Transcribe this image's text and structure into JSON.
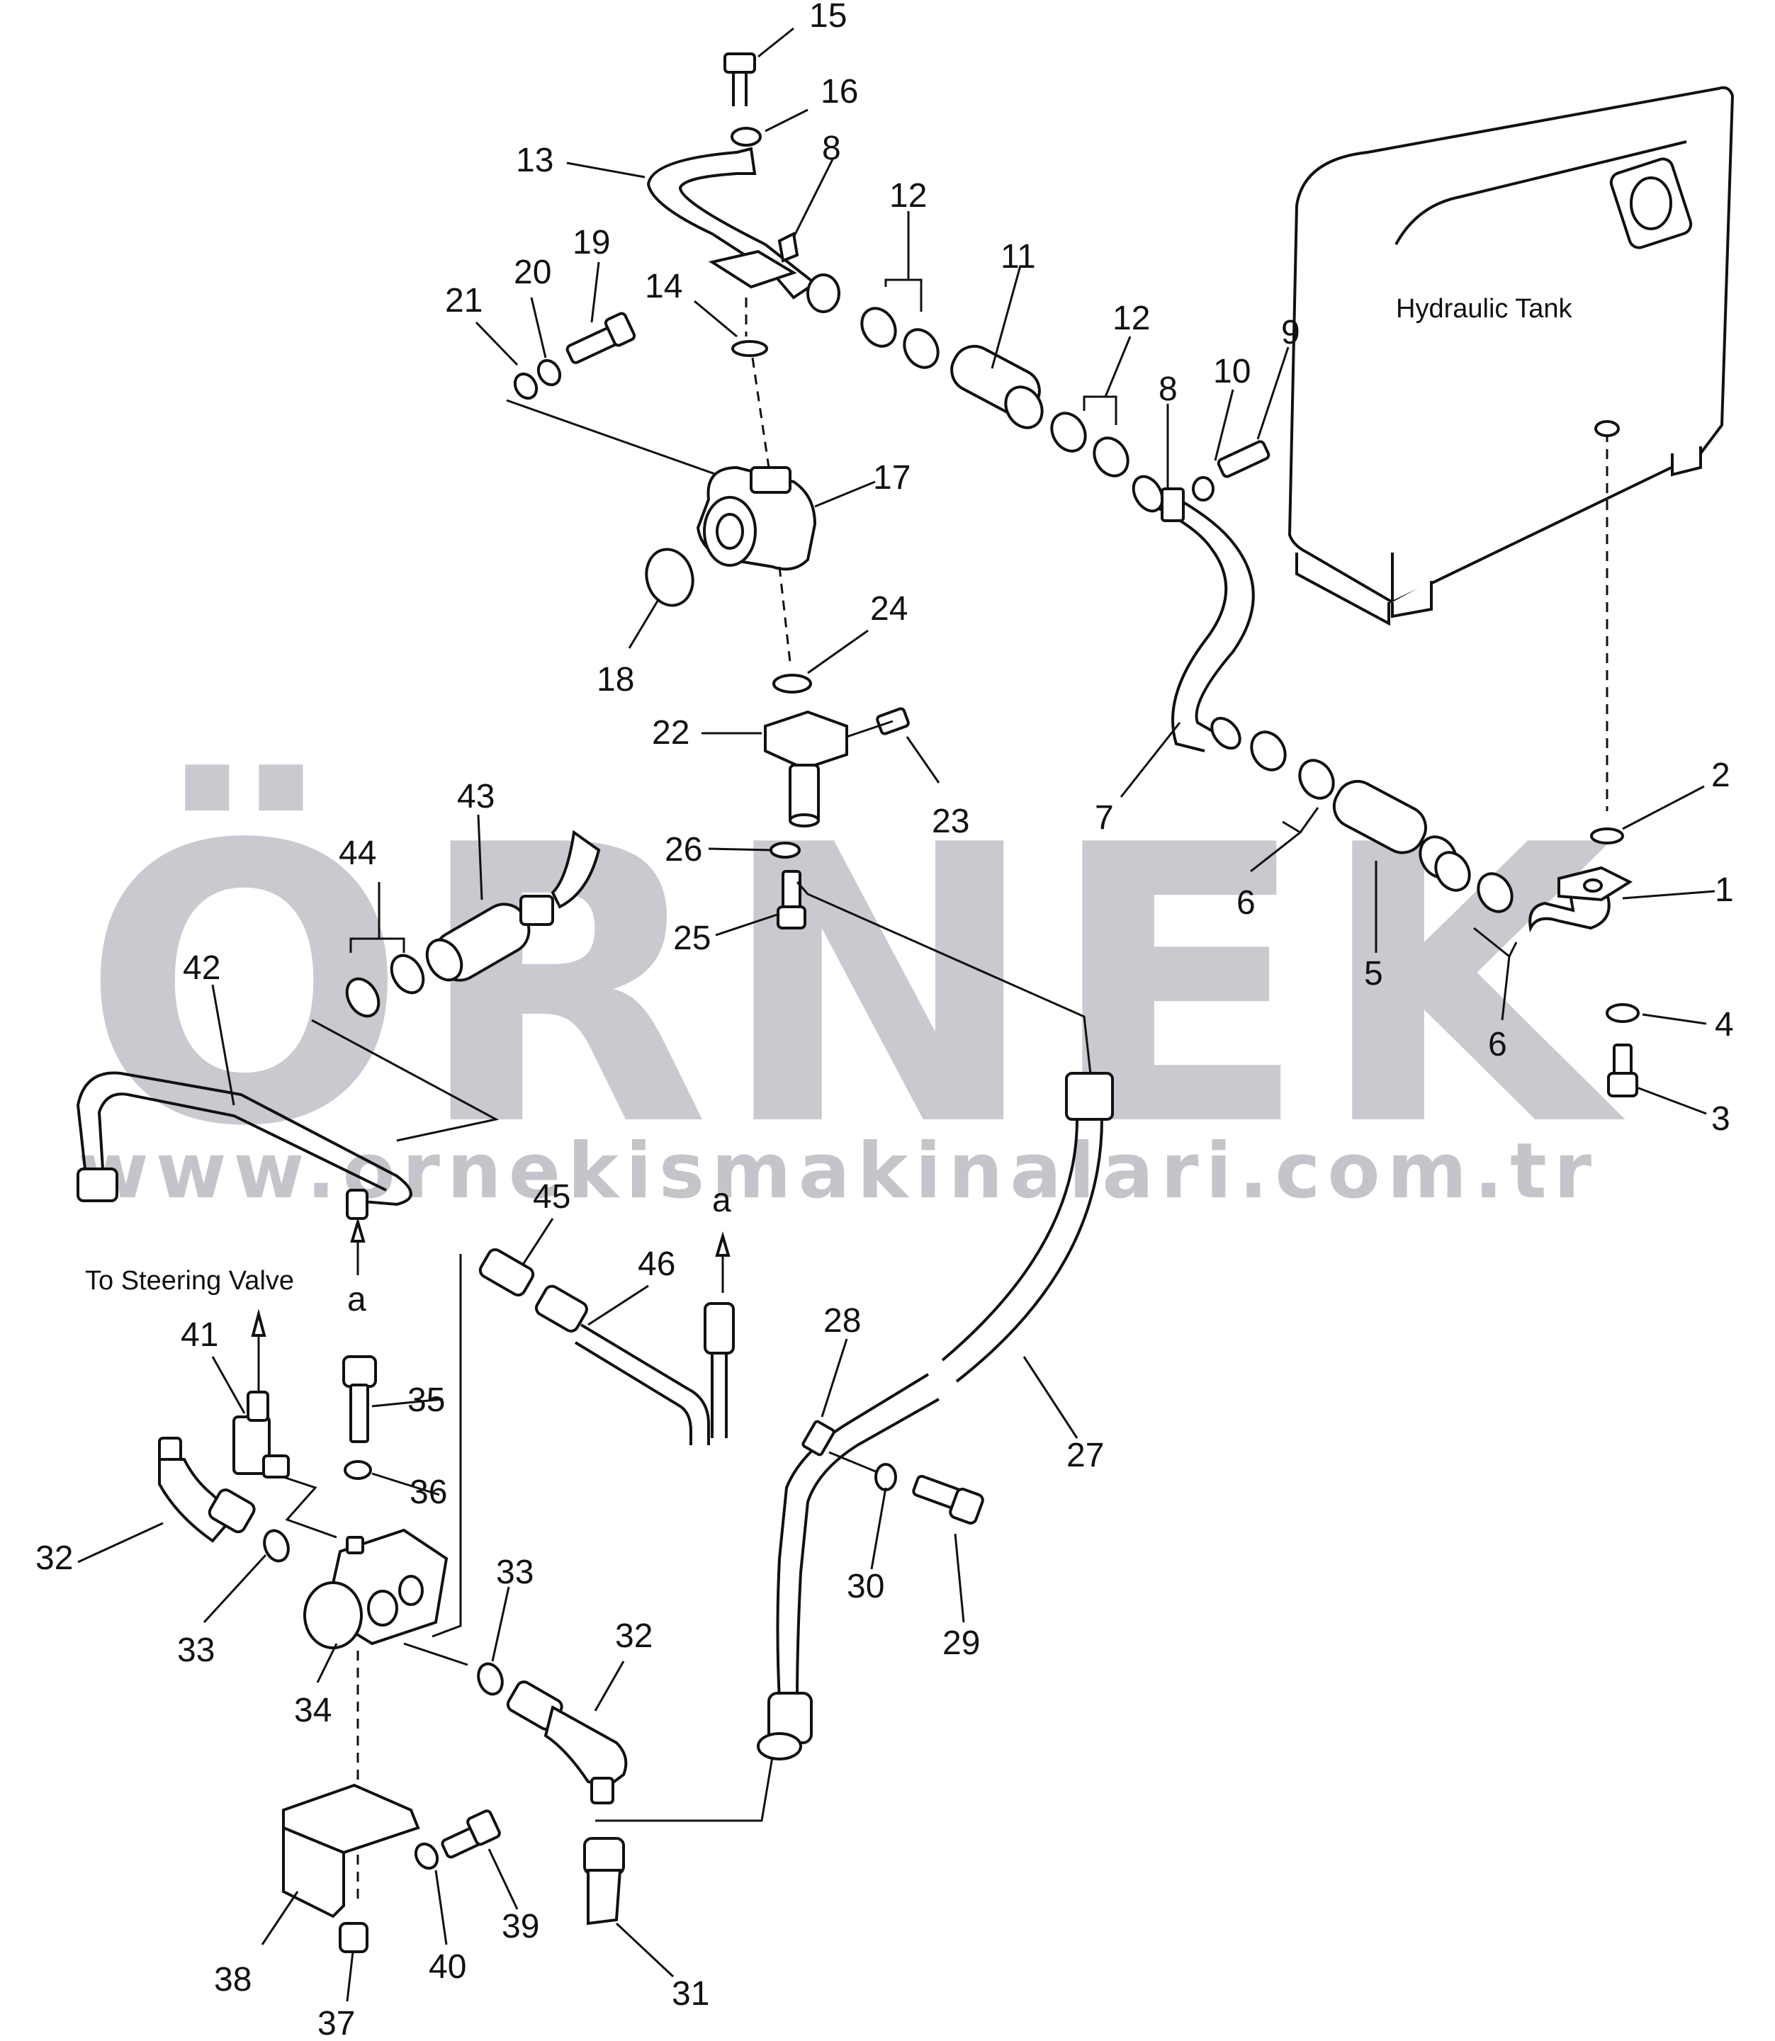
{
  "watermark": {
    "brand": "ÖRNEK",
    "url": "www.ornekismakinalari.com.tr",
    "accent_color": "#f2d36b",
    "text_color": "#c9c9cf"
  },
  "labels": {
    "tank": "Hydraulic Tank",
    "steering": "To Steering Valve",
    "arrow_a_top": "a",
    "arrow_a_bottom": "a"
  },
  "callouts": [
    {
      "id": "c15",
      "text": "15"
    },
    {
      "id": "c16",
      "text": "16"
    },
    {
      "id": "c13",
      "text": "13"
    },
    {
      "id": "c8a",
      "text": "8"
    },
    {
      "id": "c12a",
      "text": "12"
    },
    {
      "id": "c11",
      "text": "11"
    },
    {
      "id": "c12b",
      "text": "12"
    },
    {
      "id": "c21",
      "text": "21"
    },
    {
      "id": "c20",
      "text": "20"
    },
    {
      "id": "c19",
      "text": "19"
    },
    {
      "id": "c14",
      "text": "14"
    },
    {
      "id": "c9",
      "text": "9"
    },
    {
      "id": "c10",
      "text": "10"
    },
    {
      "id": "c8b",
      "text": "8"
    },
    {
      "id": "c17",
      "text": "17"
    },
    {
      "id": "c18",
      "text": "18"
    },
    {
      "id": "c24",
      "text": "24"
    },
    {
      "id": "c22",
      "text": "22"
    },
    {
      "id": "c23",
      "text": "23"
    },
    {
      "id": "c7",
      "text": "7"
    },
    {
      "id": "c2",
      "text": "2"
    },
    {
      "id": "c1",
      "text": "1"
    },
    {
      "id": "c26",
      "text": "26"
    },
    {
      "id": "c25",
      "text": "25"
    },
    {
      "id": "c43",
      "text": "43"
    },
    {
      "id": "c44",
      "text": "44"
    },
    {
      "id": "c6a",
      "text": "6"
    },
    {
      "id": "c5",
      "text": "5"
    },
    {
      "id": "c6b",
      "text": "6"
    },
    {
      "id": "c4",
      "text": "4"
    },
    {
      "id": "c3",
      "text": "3"
    },
    {
      "id": "c42",
      "text": "42"
    },
    {
      "id": "c45",
      "text": "45"
    },
    {
      "id": "c46",
      "text": "46"
    },
    {
      "id": "c41",
      "text": "41"
    },
    {
      "id": "c35",
      "text": "35"
    },
    {
      "id": "c28",
      "text": "28"
    },
    {
      "id": "c27",
      "text": "27"
    },
    {
      "id": "c36",
      "text": "36"
    },
    {
      "id": "c32a",
      "text": "32"
    },
    {
      "id": "c33a",
      "text": "33"
    },
    {
      "id": "c30",
      "text": "30"
    },
    {
      "id": "c29",
      "text": "29"
    },
    {
      "id": "c33b",
      "text": "33"
    },
    {
      "id": "c34",
      "text": "34"
    },
    {
      "id": "c32b",
      "text": "32"
    },
    {
      "id": "c39",
      "text": "39"
    },
    {
      "id": "c38",
      "text": "38"
    },
    {
      "id": "c40",
      "text": "40"
    },
    {
      "id": "c31",
      "text": "31"
    },
    {
      "id": "c37",
      "text": "37"
    }
  ]
}
